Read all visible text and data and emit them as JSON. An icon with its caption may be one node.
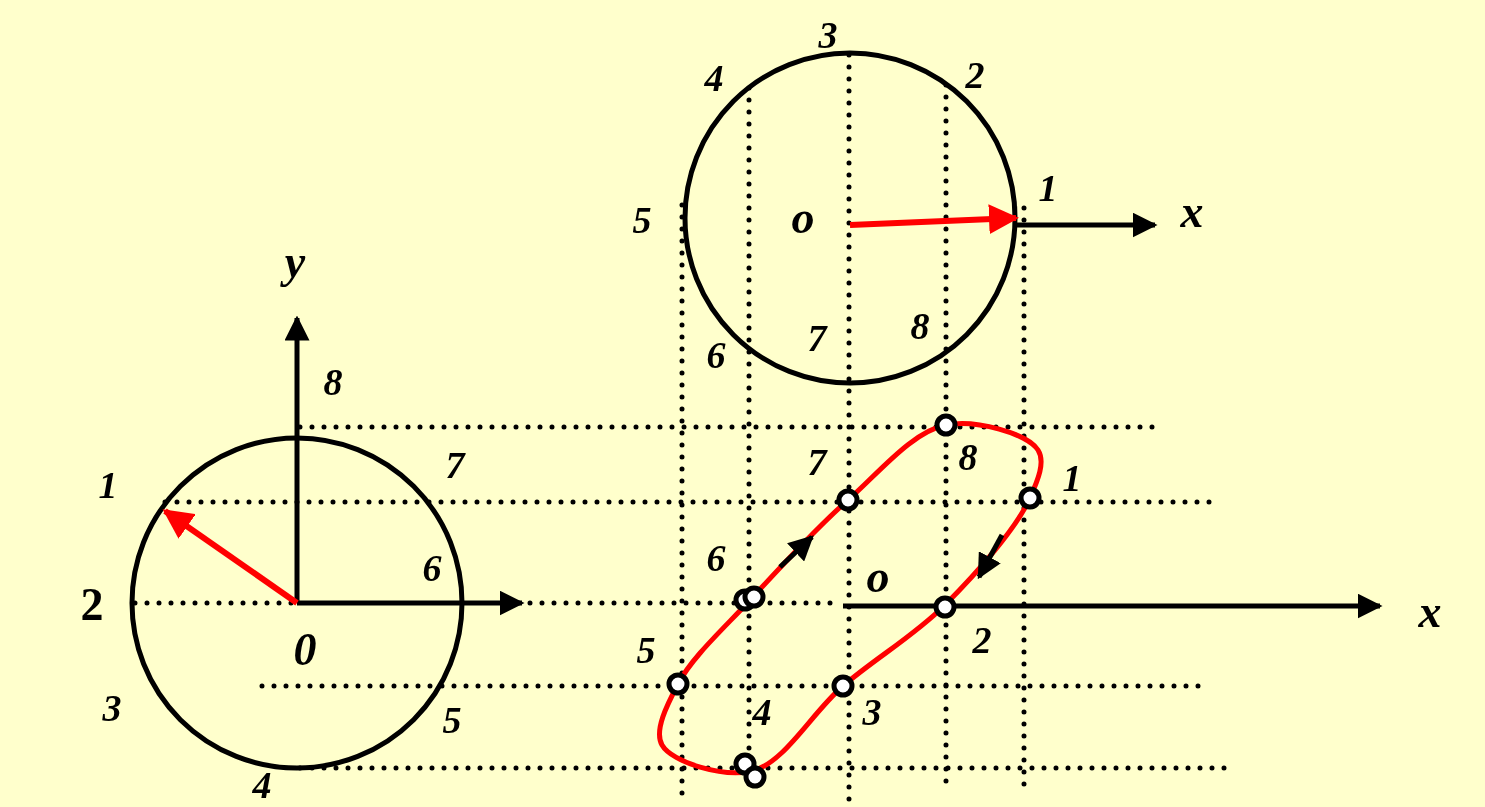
{
  "diagram": {
    "labels": [
      "3",
      "4",
      "2",
      "1",
      "x",
      "5",
      "o",
      "y",
      "7",
      "8",
      "6",
      "8",
      "8",
      "1",
      "7",
      "7",
      "1",
      "6",
      "2",
      "6",
      "o",
      "x",
      "5",
      "2",
      "0",
      "3",
      "4",
      "3",
      "5",
      "4"
    ]
  }
}
